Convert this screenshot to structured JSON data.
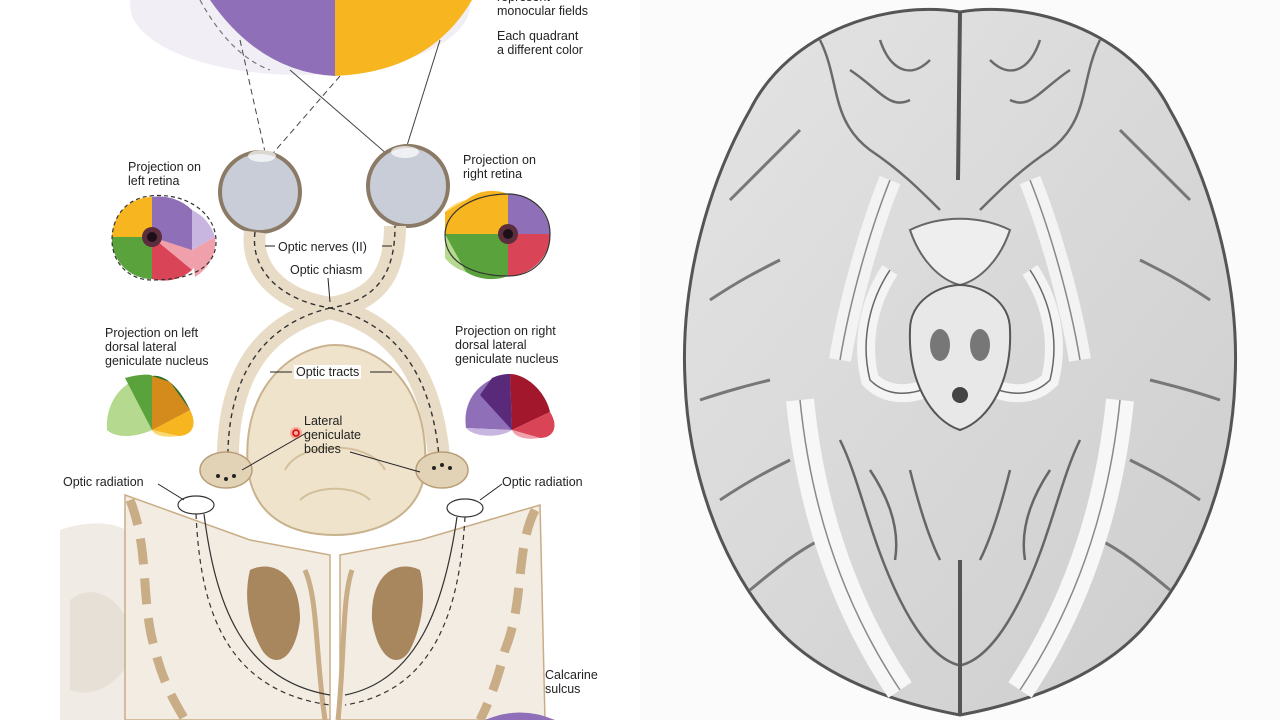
{
  "labels": {
    "monocular_fields": "represent\nmonocular fields",
    "each_quadrant": "Each quadrant\na different color",
    "projection_left_retina": "Projection on\nleft retina",
    "projection_right_retina": "Projection on\nright retina",
    "optic_nerves": "Optic nerves (II)",
    "optic_chiasm": "Optic chiasm",
    "projection_left_lgn": "Projection on left\ndorsal lateral\ngeniculate nucleus",
    "projection_right_lgn": "Projection on right\ndorsal lateral\ngeniculate nucleus",
    "optic_tracts": "Optic tracts",
    "lateral_geniculate_bodies": "Lateral\ngeniculate\nbodies",
    "optic_radiation_left": "Optic radiation",
    "optic_radiation_right": "Optic radiation",
    "calcarine_sulcus": "Calcarine\nsulcus"
  },
  "colors": {
    "purple": "#8f6fb8",
    "light_purple": "#c8b6e0",
    "yellow": "#f7b51f",
    "light_yellow": "#fbd870",
    "green": "#5aa33c",
    "light_green": "#b5d98e",
    "red": "#d94457",
    "light_red": "#f0a0ab",
    "dark_red": "#a3172c",
    "dark_green": "#2f6e2a",
    "tissue": "#e8dcc6",
    "eyeball": "#c9cdd8",
    "cortex": "#c9ad86"
  }
}
